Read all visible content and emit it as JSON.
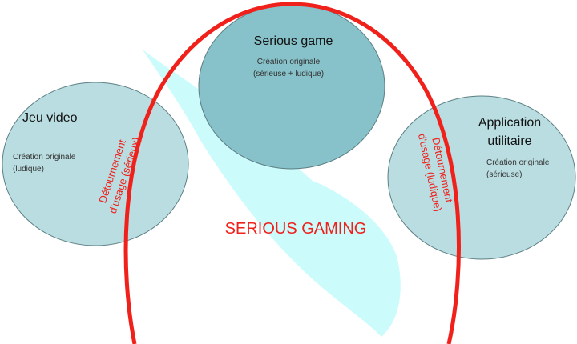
{
  "diagram": {
    "colors": {
      "outer_circle": "#b9dde0",
      "center_circle": "#87c1c9",
      "circle_stroke": "#5b7f84",
      "ribbon": "#ccfbfc",
      "red": "#f0201b",
      "label_dark": "#111111",
      "label_sub": "#333333"
    },
    "nodes": [
      {
        "id": "jeu-video",
        "title": "Jeu video",
        "subtitle_line1": "Création originale",
        "subtitle_line2": "(ludique)"
      },
      {
        "id": "serious-game",
        "title": "Serious game",
        "subtitle_line1": "Création originale",
        "subtitle_line2": "(sérieuse + ludique)"
      },
      {
        "id": "application-utilitaire",
        "title_line1": "Application",
        "title_line2": "utilitaire",
        "subtitle_line1": "Création originale",
        "subtitle_line2": "(sérieuse)"
      }
    ],
    "overlaps": [
      {
        "line1": "Détournement",
        "line2": "d'usage (sérieux)"
      },
      {
        "line1": "Détournement",
        "line2": "d'usage (ludique)"
      }
    ],
    "umbrella_label": "SERIOUS GAMING"
  }
}
